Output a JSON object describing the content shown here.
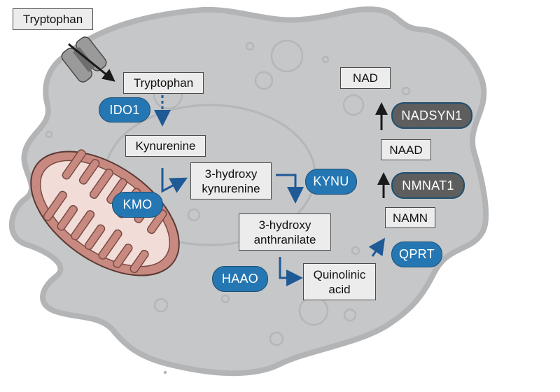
{
  "diagram": {
    "title": "Tryptophan–kynurenine–NAD de novo pathway in a cell",
    "colors": {
      "cell_fill": "#c6c7c9",
      "cell_border": "#b3b4b6",
      "enzyme_blue": "#2577b3",
      "enzyme_gray": "#5e5e5e",
      "arrow_blue": "#1f5a96",
      "arrow_black": "#1a1a1a",
      "mito_outer": "#c88a80",
      "mito_inner": "#f1dcd7",
      "box_fill": "#ececec"
    },
    "extracellular": {
      "metabolite": "Tryptophan",
      "transporter": "membrane-transporter"
    },
    "metabolites": {
      "tryptophan_in": "Tryptophan",
      "kynurenine": "Kynurenine",
      "hydroxy_kynurenine": "3-hydroxy\nkynurenine",
      "hydroxy_anthranilate": "3-hydroxy\nanthranilate",
      "quinolinic_acid": "Quinolinic\nacid",
      "namn": "NAMN",
      "naad": "NAAD",
      "nad": "NAD"
    },
    "enzymes": {
      "ido1": "IDO1",
      "kmo": "KMO",
      "kynu": "KYNU",
      "haao": "HAAO",
      "qprt": "QPRT",
      "nmnat1": "NMNAT1",
      "nadsyn1": "NADSYN1"
    },
    "organelles": [
      "nucleus",
      "mitochondrion"
    ]
  }
}
